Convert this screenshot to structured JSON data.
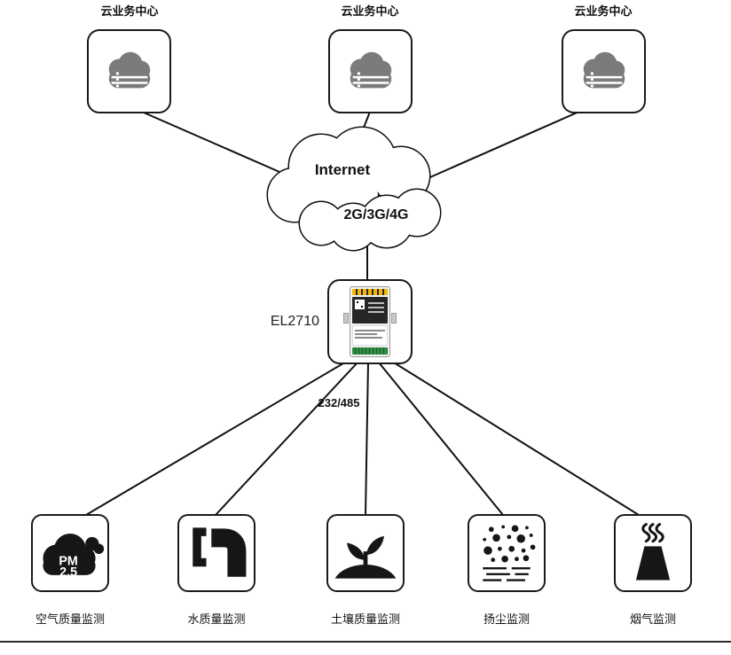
{
  "colors": {
    "line_black": "#111111",
    "icon_gray": "#7b7b7b",
    "icon_black": "#161616",
    "device_yellow": "#f2b705",
    "device_green": "#2f8f46"
  },
  "cloud_centers": [
    {
      "label": "云业务中心"
    },
    {
      "label": "云业务中心"
    },
    {
      "label": "云业务中心"
    }
  ],
  "internet": {
    "label": "Internet",
    "network_label": "2G/3G/4G"
  },
  "device": {
    "model": "EL2710"
  },
  "bus_label": "232/485",
  "sensors": [
    {
      "label": "空气质量监测",
      "icon": "pm25-cloud-icon",
      "pm_line1": "PM",
      "pm_line2": "2.5"
    },
    {
      "label": "水质量监测",
      "icon": "water-pipe-icon"
    },
    {
      "label": "土壤质量监测",
      "icon": "soil-plant-icon"
    },
    {
      "label": "扬尘监测",
      "icon": "dust-particles-icon"
    },
    {
      "label": "烟气监测",
      "icon": "flue-gas-icon"
    }
  ]
}
